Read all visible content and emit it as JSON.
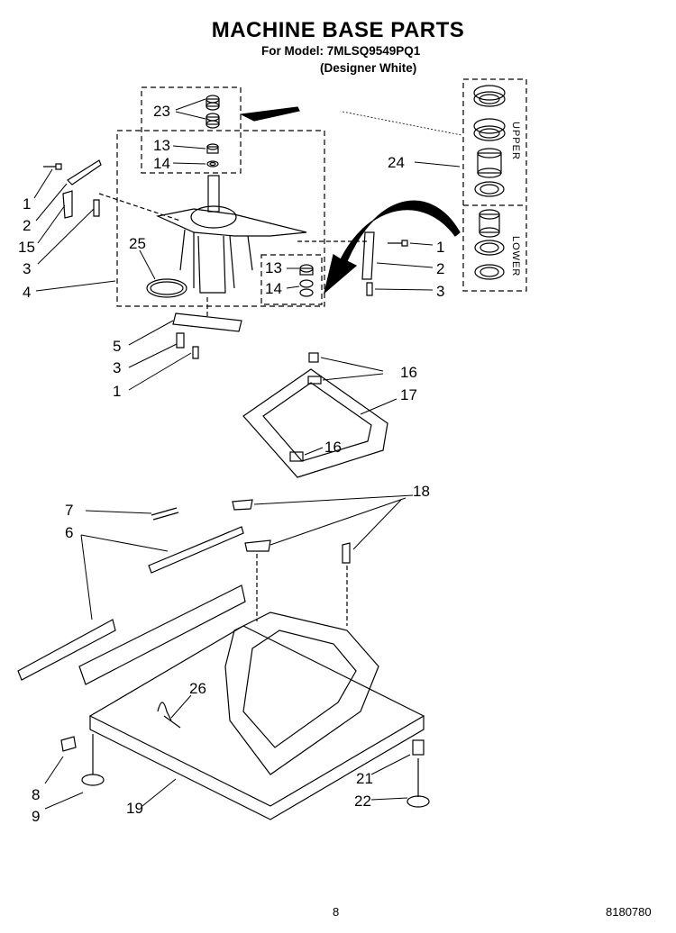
{
  "title": "MACHINE BASE PARTS",
  "model_line": "For Model: 7MLSQ9549PQ1",
  "variant_line": "(Designer White)",
  "side_labels": {
    "upper": "UPPER",
    "lower": "LOWER"
  },
  "callouts": [
    "23",
    "13",
    "14",
    "1",
    "2",
    "15",
    "3",
    "4",
    "25",
    "24",
    "1",
    "2",
    "3",
    "13",
    "14",
    "5",
    "3",
    "1",
    "16",
    "17",
    "16",
    "18",
    "7",
    "6",
    "26",
    "8",
    "9",
    "19",
    "21",
    "22"
  ],
  "footer": {
    "page": "8",
    "doc": "8180780"
  }
}
